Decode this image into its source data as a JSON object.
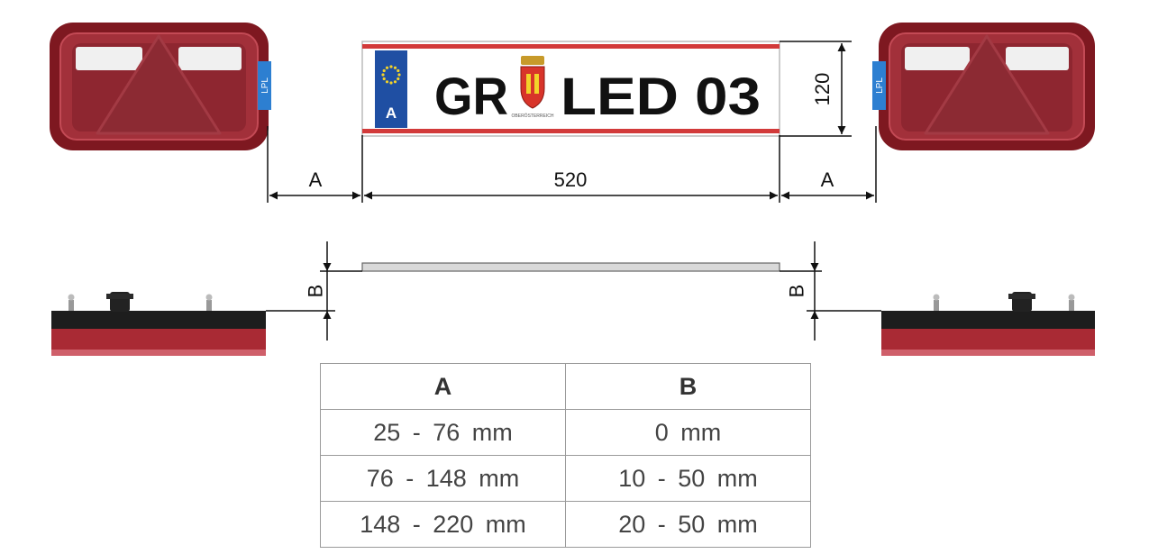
{
  "plate": {
    "country_code": "A",
    "text_left": "GR",
    "text_right": "LED 03",
    "crest_caption": "OBERÖSTERREICH"
  },
  "lamp": {
    "side_label": "LPL"
  },
  "dimensions": {
    "plate_width": "520",
    "plate_height": "120",
    "gap_label": "A",
    "height_label": "B"
  },
  "colors": {
    "lamp_red": "#8a1820",
    "eu_blue": "#1f4fa3",
    "plate_stripe": "#d23a3a",
    "lpl_tag": "#2d7fd1"
  },
  "table": {
    "headers": [
      "A",
      "B"
    ],
    "rows": [
      [
        "25 - 76 mm",
        "0 mm"
      ],
      [
        "76 - 148 mm",
        "10 - 50 mm"
      ],
      [
        "148 - 220 mm",
        "20 - 50 mm"
      ]
    ]
  }
}
